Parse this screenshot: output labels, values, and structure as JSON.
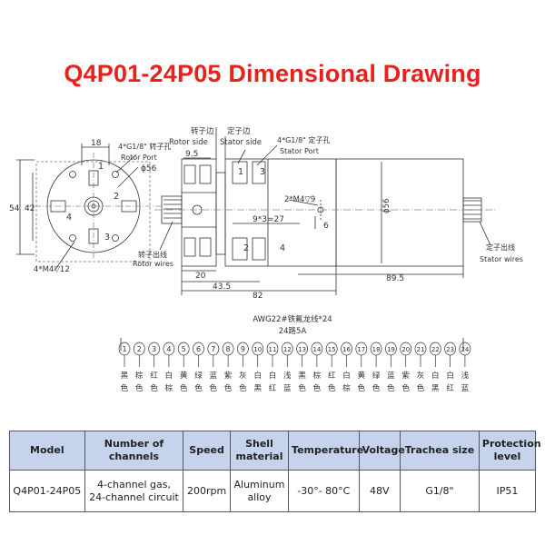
{
  "title": "Q4P01-24P05 Dimensional Drawing",
  "front_view": {
    "dim_top": "18",
    "dim_left": "54",
    "dim_inner": "42",
    "dia": "ϕ56",
    "rotor_port_cn": "4*G1/8\" 转子孔",
    "rotor_port_en": "Rotor Port",
    "holes": "4*M4▽12",
    "ports": [
      "1",
      "2",
      "3",
      "4"
    ]
  },
  "side_view": {
    "rotor_side_cn": "转子边",
    "stator_side_cn": "定子边",
    "rotor_side_en": "Rotor side",
    "stator_side_en": "Stator side",
    "stator_port_cn": "4*G1/8\" 定子孔",
    "stator_port_en": "Stator Port",
    "dim_9_5": "9.5",
    "m4_note": "2*M4▽9",
    "dim_9x3": "9*3=27",
    "dim_6": "6",
    "dia_56": "ϕ56",
    "rotor_wires_cn": "转子出线",
    "rotor_wires_en": "Rotor wires",
    "stator_wires_cn": "定子出线",
    "stator_wires_en": "Stator wires",
    "dim_20": "20",
    "dim_43_5": "43.5",
    "dim_89_5": "89.5",
    "dim_82": "82",
    "ports": [
      "1",
      "3",
      "2",
      "4"
    ]
  },
  "wires": {
    "spec_line1": "AWG22#铁氟龙线*24",
    "spec_line2": "24路5A",
    "numbers": [
      "1",
      "2",
      "3",
      "4",
      "5",
      "6",
      "7",
      "8",
      "9",
      "10",
      "11",
      "12",
      "13",
      "14",
      "15",
      "16",
      "17",
      "18",
      "19",
      "20",
      "21",
      "22",
      "23",
      "24"
    ],
    "colors_top": [
      "黑",
      "棕",
      "红",
      "白",
      "黄",
      "绿",
      "蓝",
      "紫",
      "灰",
      "白",
      "白",
      "浅",
      "黑",
      "棕",
      "红",
      "白",
      "黄",
      "绿",
      "蓝",
      "紫",
      "灰",
      "白",
      "白",
      "浅"
    ],
    "colors_mid": [
      "色",
      "色",
      "色",
      "棕",
      "色",
      "色",
      "色",
      "色",
      "色",
      "黑",
      "红",
      "蓝",
      "色",
      "色",
      "色",
      "棕",
      "色",
      "色",
      "色",
      "色",
      "色",
      "黑",
      "红",
      "蓝"
    ],
    "colors_bot": [
      "",
      "",
      "",
      "",
      "",
      "",
      "",
      "",
      "",
      "",
      "",
      "",
      "",
      "",
      "",
      "",
      "",
      "",
      "",
      "",
      "",
      "",
      "",
      ""
    ]
  },
  "table": {
    "headers": [
      "Model",
      "Number of channels",
      "Speed",
      "Shell material",
      "Temperature",
      "Voltage",
      "Trachea size",
      "Protection level"
    ],
    "row": [
      "Q4P01-24P05",
      "4-channel gas, 24-channel circuit",
      "200rpm",
      "Aluminum alloy",
      "-30°- 80°C",
      "48V",
      "G1/8\"",
      "IP51"
    ]
  }
}
